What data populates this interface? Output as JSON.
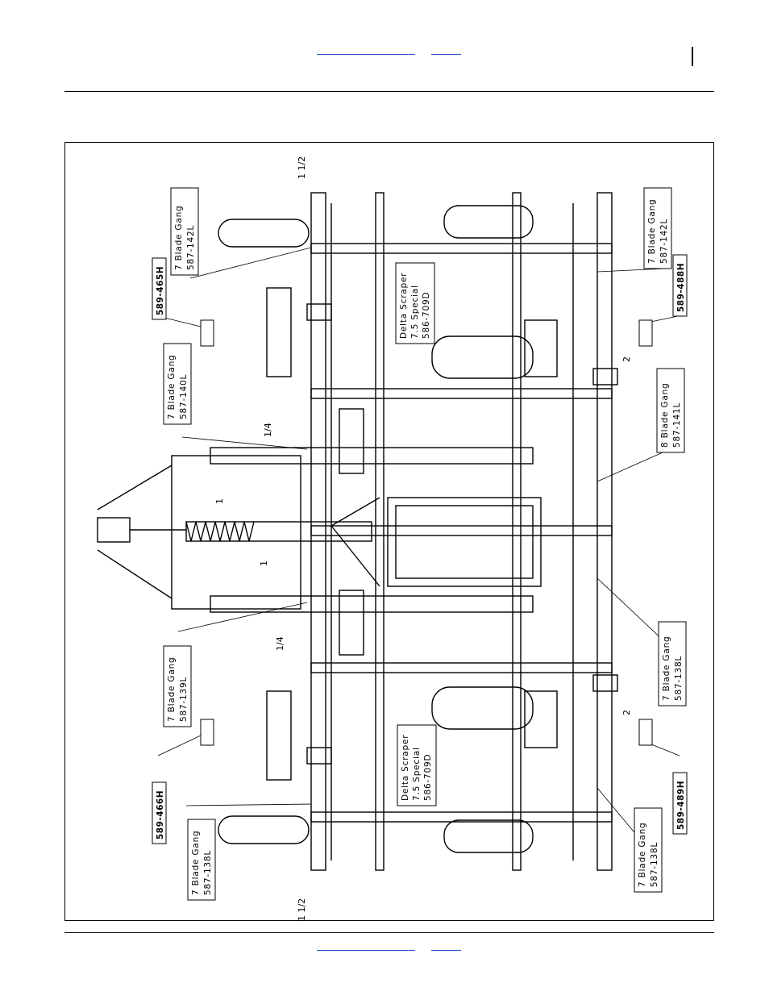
{
  "header": {
    "link_a": "",
    "link_b": ""
  },
  "footer": {
    "link_a": "",
    "link_b": ""
  },
  "labels": {
    "gang_142_top": [
      "7 Blade Gang",
      "587-142L"
    ],
    "gang_140": [
      "7 Blade Gang",
      "587-140L"
    ],
    "gang_139": [
      "7 Blade Gang",
      "587-139L"
    ],
    "gang_138_bl": [
      "7 Blade Gang",
      "587-138L"
    ],
    "gang_142_right": [
      "7 Blade Gang",
      "587-142L"
    ],
    "gang_141": [
      "8 Blade Gang",
      "587-141L"
    ],
    "gang_138_right": [
      "7 Blade Gang",
      "587-138L"
    ],
    "gang_138_br": [
      "7 Blade Gang",
      "587-138L"
    ],
    "scraper_top": [
      "Delta Scraper",
      "7.5 Special",
      "586-709D"
    ],
    "scraper_bottom": [
      "Delta Scraper",
      "7.5 Special",
      "586-709D"
    ]
  },
  "parts": {
    "p465": "589-465H",
    "p466": "589-466H",
    "p488": "589-488H",
    "p489": "589-489H"
  },
  "dims": {
    "top": "1 1/2",
    "bottom": "1 1/2",
    "quarter_a": "1/4",
    "quarter_b": "1/4",
    "one_a": "1",
    "one_b": "1",
    "two_a": "2",
    "two_b": "2"
  }
}
